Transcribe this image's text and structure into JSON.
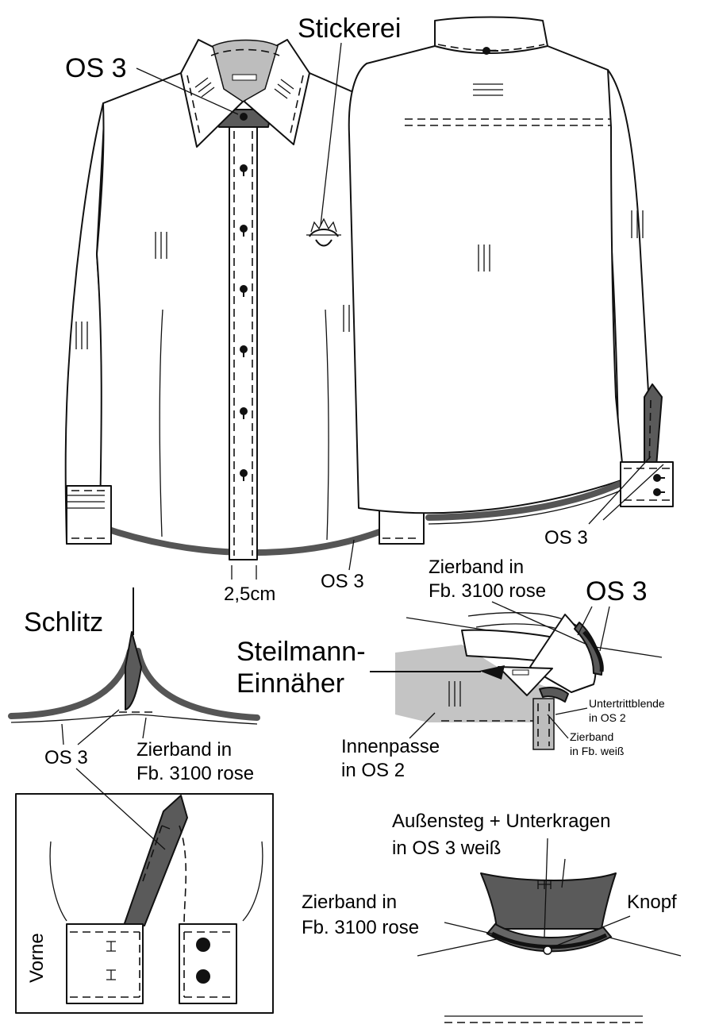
{
  "labels": {
    "os3_collar": "OS 3",
    "stickerei": "Stickerei",
    "os3_back_cuff": "OS 3",
    "width_2_5": "2,5cm",
    "os3_hem": "OS 3",
    "zierband_top_1": "Zierband in",
    "zierband_top_2": "Fb. 3100 rose",
    "os3_right_detail": "OS 3",
    "steilmann_1": "Steilmann-",
    "steilmann_2": "Einnäher",
    "untertritt_1": "Untertrittblende",
    "untertritt_2": "in OS 2",
    "zierband_weiss_1": "Zierband",
    "zierband_weiss_2": "in Fb. weiß",
    "innenpasse_1": "Innenpasse",
    "innenpasse_2": "in OS 2",
    "schlitz": "Schlitz",
    "os3_schlitz": "OS 3",
    "zierband_schlitz_1": "Zierband in",
    "zierband_schlitz_2": "Fb. 3100 rose",
    "aussensteg_1": "Außensteg + Unterkragen",
    "aussensteg_2": "in OS 3 weiß",
    "zierband_collar_1": "Zierband in",
    "zierband_collar_2": "Fb. 3100 rose",
    "knopf": "Knopf",
    "vorne": "Vorne"
  },
  "colors": {
    "os3_fabric": "#5a5a5a",
    "os2_fabric": "#c4c4c4",
    "outline": "#111111",
    "paper": "#ffffff"
  }
}
